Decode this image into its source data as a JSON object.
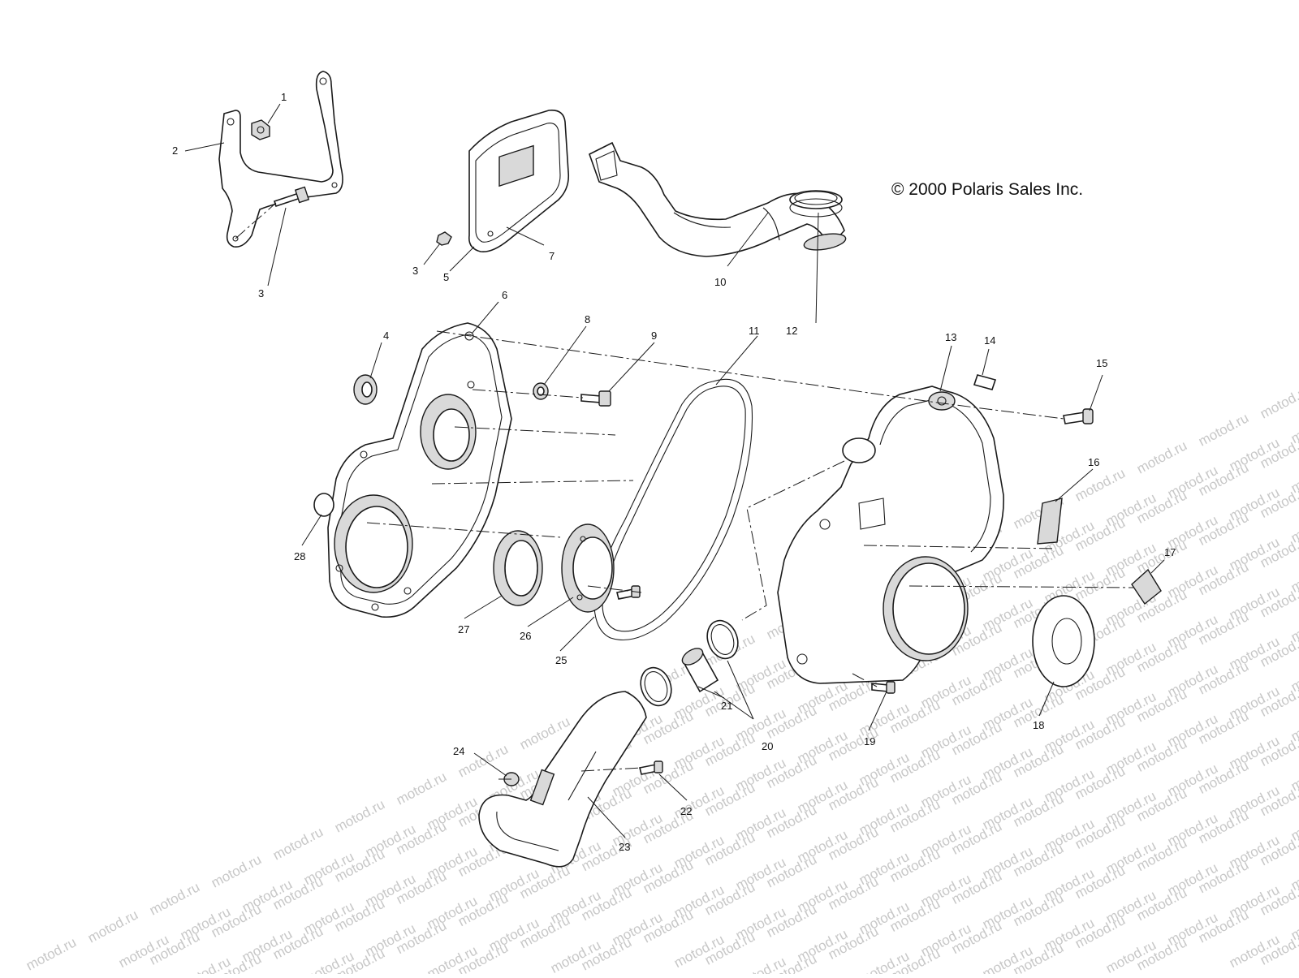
{
  "watermark": {
    "text": "motod.ru",
    "color": "#c7c7c7"
  },
  "copyright": "© 2000 Polaris Sales Inc.",
  "callouts": [
    {
      "id": "1",
      "label": "1"
    },
    {
      "id": "2",
      "label": "2"
    },
    {
      "id": "3a",
      "label": "3"
    },
    {
      "id": "3b",
      "label": "3"
    },
    {
      "id": "4",
      "label": "4"
    },
    {
      "id": "5",
      "label": "5"
    },
    {
      "id": "6",
      "label": "6"
    },
    {
      "id": "7",
      "label": "7"
    },
    {
      "id": "8",
      "label": "8"
    },
    {
      "id": "9",
      "label": "9"
    },
    {
      "id": "10",
      "label": "10"
    },
    {
      "id": "11",
      "label": "11"
    },
    {
      "id": "12",
      "label": "12"
    },
    {
      "id": "13",
      "label": "13"
    },
    {
      "id": "14",
      "label": "14"
    },
    {
      "id": "15",
      "label": "15"
    },
    {
      "id": "16",
      "label": "16"
    },
    {
      "id": "17",
      "label": "17"
    },
    {
      "id": "18",
      "label": "18"
    },
    {
      "id": "19",
      "label": "19"
    },
    {
      "id": "20",
      "label": "20"
    },
    {
      "id": "21",
      "label": "21"
    },
    {
      "id": "22",
      "label": "22"
    },
    {
      "id": "23",
      "label": "23"
    },
    {
      "id": "24",
      "label": "24"
    },
    {
      "id": "25",
      "label": "25"
    },
    {
      "id": "26",
      "label": "26"
    },
    {
      "id": "27",
      "label": "27"
    },
    {
      "id": "28",
      "label": "28"
    }
  ]
}
